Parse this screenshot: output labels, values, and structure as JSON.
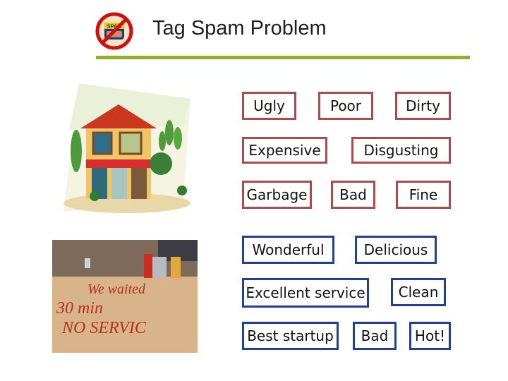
{
  "slide": {
    "title": "Tag Spam Problem",
    "logo_text": "SPAM",
    "logo_color": "#d01010",
    "accent_color": "#8db32e"
  },
  "tags": [
    {
      "label": "Ugly",
      "kind": "negative"
    },
    {
      "label": "Poor",
      "kind": "negative"
    },
    {
      "label": "Dirty",
      "kind": "negative"
    },
    {
      "label": "Expensive",
      "kind": "negative"
    },
    {
      "label": "Disgusting",
      "kind": "negative"
    },
    {
      "label": "Garbage",
      "kind": "negative"
    },
    {
      "label": "Bad",
      "kind": "negative"
    },
    {
      "label": "Fine",
      "kind": "negative"
    },
    {
      "label": "Wonderful",
      "kind": "positive"
    },
    {
      "label": "Delicious",
      "kind": "positive"
    },
    {
      "label": "Excellent service",
      "kind": "positive"
    },
    {
      "label": "Clean",
      "kind": "positive"
    },
    {
      "label": "Best startup",
      "kind": "positive"
    },
    {
      "label": "Bad",
      "kind": "positive"
    },
    {
      "label": "Hot!",
      "kind": "positive"
    }
  ],
  "colors": {
    "negative_border": "#b04a4a",
    "positive_border": "#1f3f99"
  },
  "table_writing": [
    "We waited",
    "30 min",
    "NO SERVIC"
  ]
}
